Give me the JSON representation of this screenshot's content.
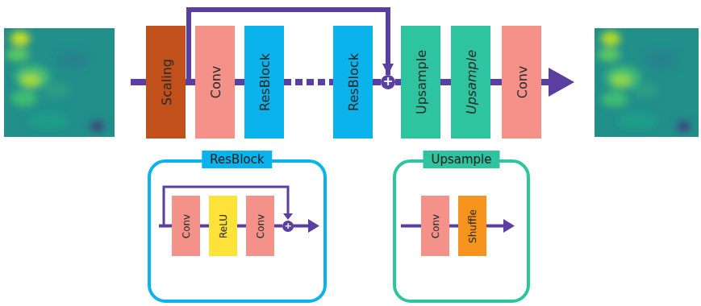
{
  "diagram": {
    "nodes": [
      {
        "text": [
          "Scaling"
        ]
      },
      {
        "text": [
          "Conv"
        ]
      },
      {
        "text": [
          "ResBlock"
        ]
      },
      {
        "text": [
          "ResBlock"
        ]
      },
      {
        "text": [
          "+"
        ]
      },
      {
        "text": [
          "Upsample"
        ]
      },
      {
        "text": [
          "Upsample"
        ]
      },
      {
        "text": [
          "Conv"
        ]
      },
      {
        "text": [
          "ResBlock"
        ]
      },
      {
        "text": [
          "Conv"
        ],
        "in": 8
      },
      {
        "text": [
          "ReLU"
        ],
        "in": 8
      },
      {
        "text": [
          "Conv"
        ],
        "in": 8
      },
      {
        "text": [
          "+"
        ],
        "in": 8
      },
      {
        "text": [
          "Upsample"
        ]
      },
      {
        "text": [
          "Conv"
        ],
        "in": 13
      },
      {
        "text": [
          "Shuffle"
        ],
        "in": 13
      }
    ],
    "edges": [
      {
        "from": 0,
        "to": 1,
        "arrow": "none"
      },
      {
        "from": 1,
        "to": 2,
        "arrow": "none"
      },
      {
        "from": 2,
        "to": 3,
        "arrow": "none"
      },
      {
        "from": 3,
        "to": 4,
        "arrow": "none"
      },
      {
        "from": 0,
        "to": 4,
        "arrow": "to"
      },
      {
        "from": 4,
        "to": 5,
        "arrow": "none"
      },
      {
        "from": 5,
        "to": 6,
        "arrow": "none"
      },
      {
        "from": 6,
        "to": 7,
        "arrow": "none"
      },
      {
        "from": 9,
        "to": 10,
        "arrow": "none"
      },
      {
        "from": 10,
        "to": 11,
        "arrow": "none"
      },
      {
        "from": 11,
        "to": 12,
        "arrow": "none"
      },
      {
        "from": 14,
        "to": 15,
        "arrow": "none"
      }
    ]
  }
}
